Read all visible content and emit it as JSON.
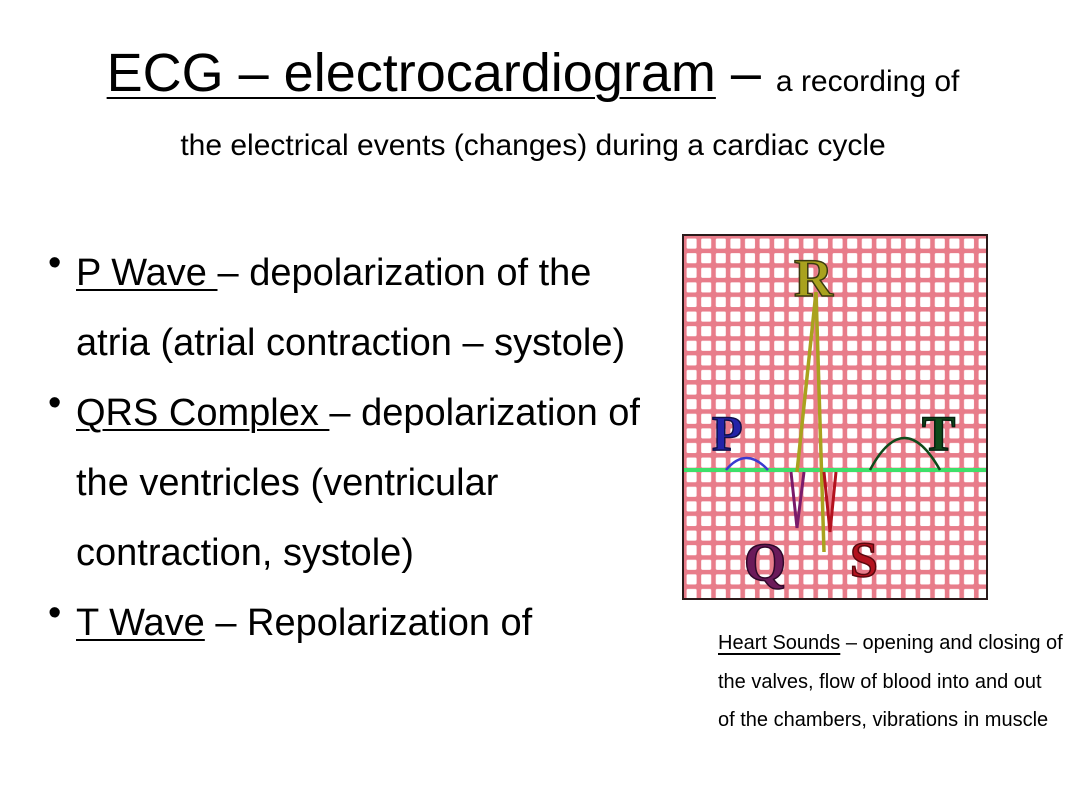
{
  "slide": {
    "title_main": "ECG – electrocardiogram",
    "title_dash": " – ",
    "title_inline": "a recording of",
    "subtitle": "the electrical events (changes) during a cardiac cycle"
  },
  "bullets": [
    {
      "term": "P Wave ",
      "text": "– depolarization of the atria (atrial contraction – systole)"
    },
    {
      "term": "QRS Complex ",
      "text": "– depolarization of the ventricles (ventricular contraction, systole)"
    },
    {
      "term": "T Wave",
      "text": " – Repolarization of"
    }
  ],
  "figure": {
    "labels": {
      "R": "R",
      "P": "P",
      "T": "T",
      "Q": "Q",
      "S": "S"
    },
    "colors": {
      "grid": "#e87c8a",
      "baseline": "#3ee06a",
      "R": "#a9a21e",
      "P": "#2323a8",
      "T": "#0f4a1a",
      "Q": "#6b1a5a",
      "S": "#b3121e",
      "p_wave": "#3a3ad0",
      "t_wave": "#0f4a1a",
      "r_wave": "#a9a21e",
      "q_wave": "#7a1a6a",
      "s_wave": "#b3121e"
    }
  },
  "caption": {
    "term": "Heart Sounds",
    "text": " – opening and closing of the valves, flow of blood into and out of the chambers, vibrations in muscle"
  }
}
